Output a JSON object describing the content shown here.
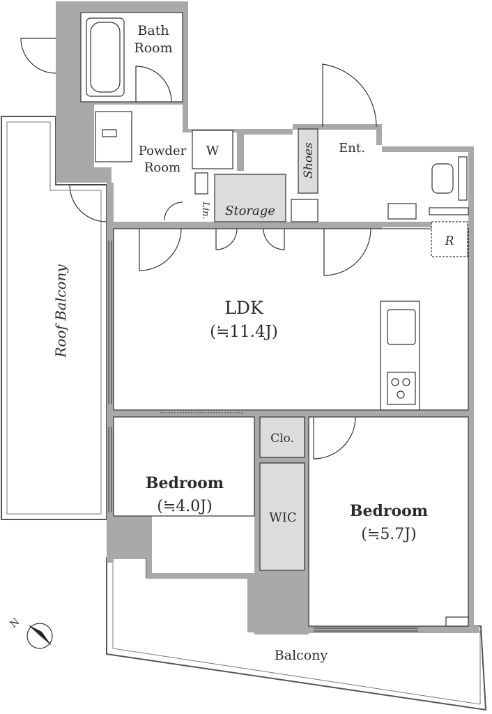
{
  "floorplan": {
    "rooms": {
      "bath": {
        "line1": "Bath",
        "line2": "Room"
      },
      "powder": {
        "line1": "Powder",
        "line2": "Room"
      },
      "washer": "W",
      "shoes": "Shoes",
      "entrance": "Ent.",
      "linen": "Lin.",
      "storage": "Storage",
      "refrigerator": "R",
      "ldk": {
        "name": "LDK",
        "size": "(≒11.4J)"
      },
      "closet": "Clo.",
      "wic": "WIC",
      "bedroom_left": {
        "name": "Bedroom",
        "size": "(≒4.0J)"
      },
      "bedroom_right": {
        "name": "Bedroom",
        "size": "(≒5.7J)"
      },
      "roof_balcony": "Roof Balcony",
      "balcony": "Balcony"
    },
    "compass": {
      "label": "N"
    },
    "colors": {
      "wall": "#a9a9a9",
      "fixture_fill": "#dcdcdc",
      "line": "#333333"
    }
  }
}
